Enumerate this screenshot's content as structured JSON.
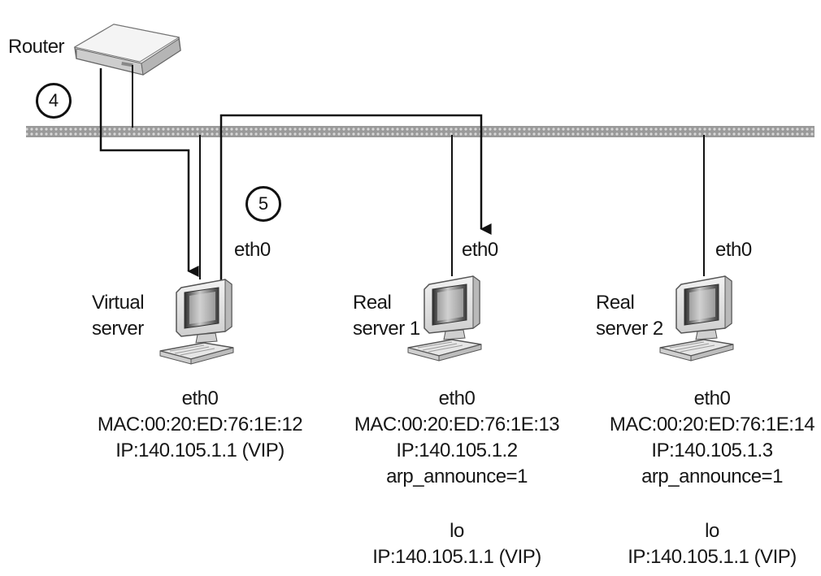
{
  "router": {
    "label": "Router",
    "step_label": "4"
  },
  "virtual_server": {
    "step_label": "5",
    "top_interface": "eth0",
    "name_line1": "Virtual",
    "name_line2": "server",
    "interface": "eth0",
    "mac": "MAC:00:20:ED:76:1E:12",
    "ip": "IP:140.105.1.1 (VIP)"
  },
  "real_server_1": {
    "top_interface": "eth0",
    "name_line1": "Real",
    "name_line2": "server 1",
    "interface": "eth0",
    "mac": "MAC:00:20:ED:76:1E:13",
    "ip": "IP:140.105.1.2",
    "arp": "arp_announce=1",
    "lo_label": "lo",
    "lo_ip": "IP:140.105.1.1 (VIP)"
  },
  "real_server_2": {
    "top_interface": "eth0",
    "name_line1": "Real",
    "name_line2": "server 2",
    "interface": "eth0",
    "mac": "MAC:00:20:ED:76:1E:14",
    "ip": "IP:140.105.1.3",
    "arp": "arp_announce=1",
    "lo_label": "lo",
    "lo_ip": "IP:140.105.1.1 (VIP)"
  }
}
